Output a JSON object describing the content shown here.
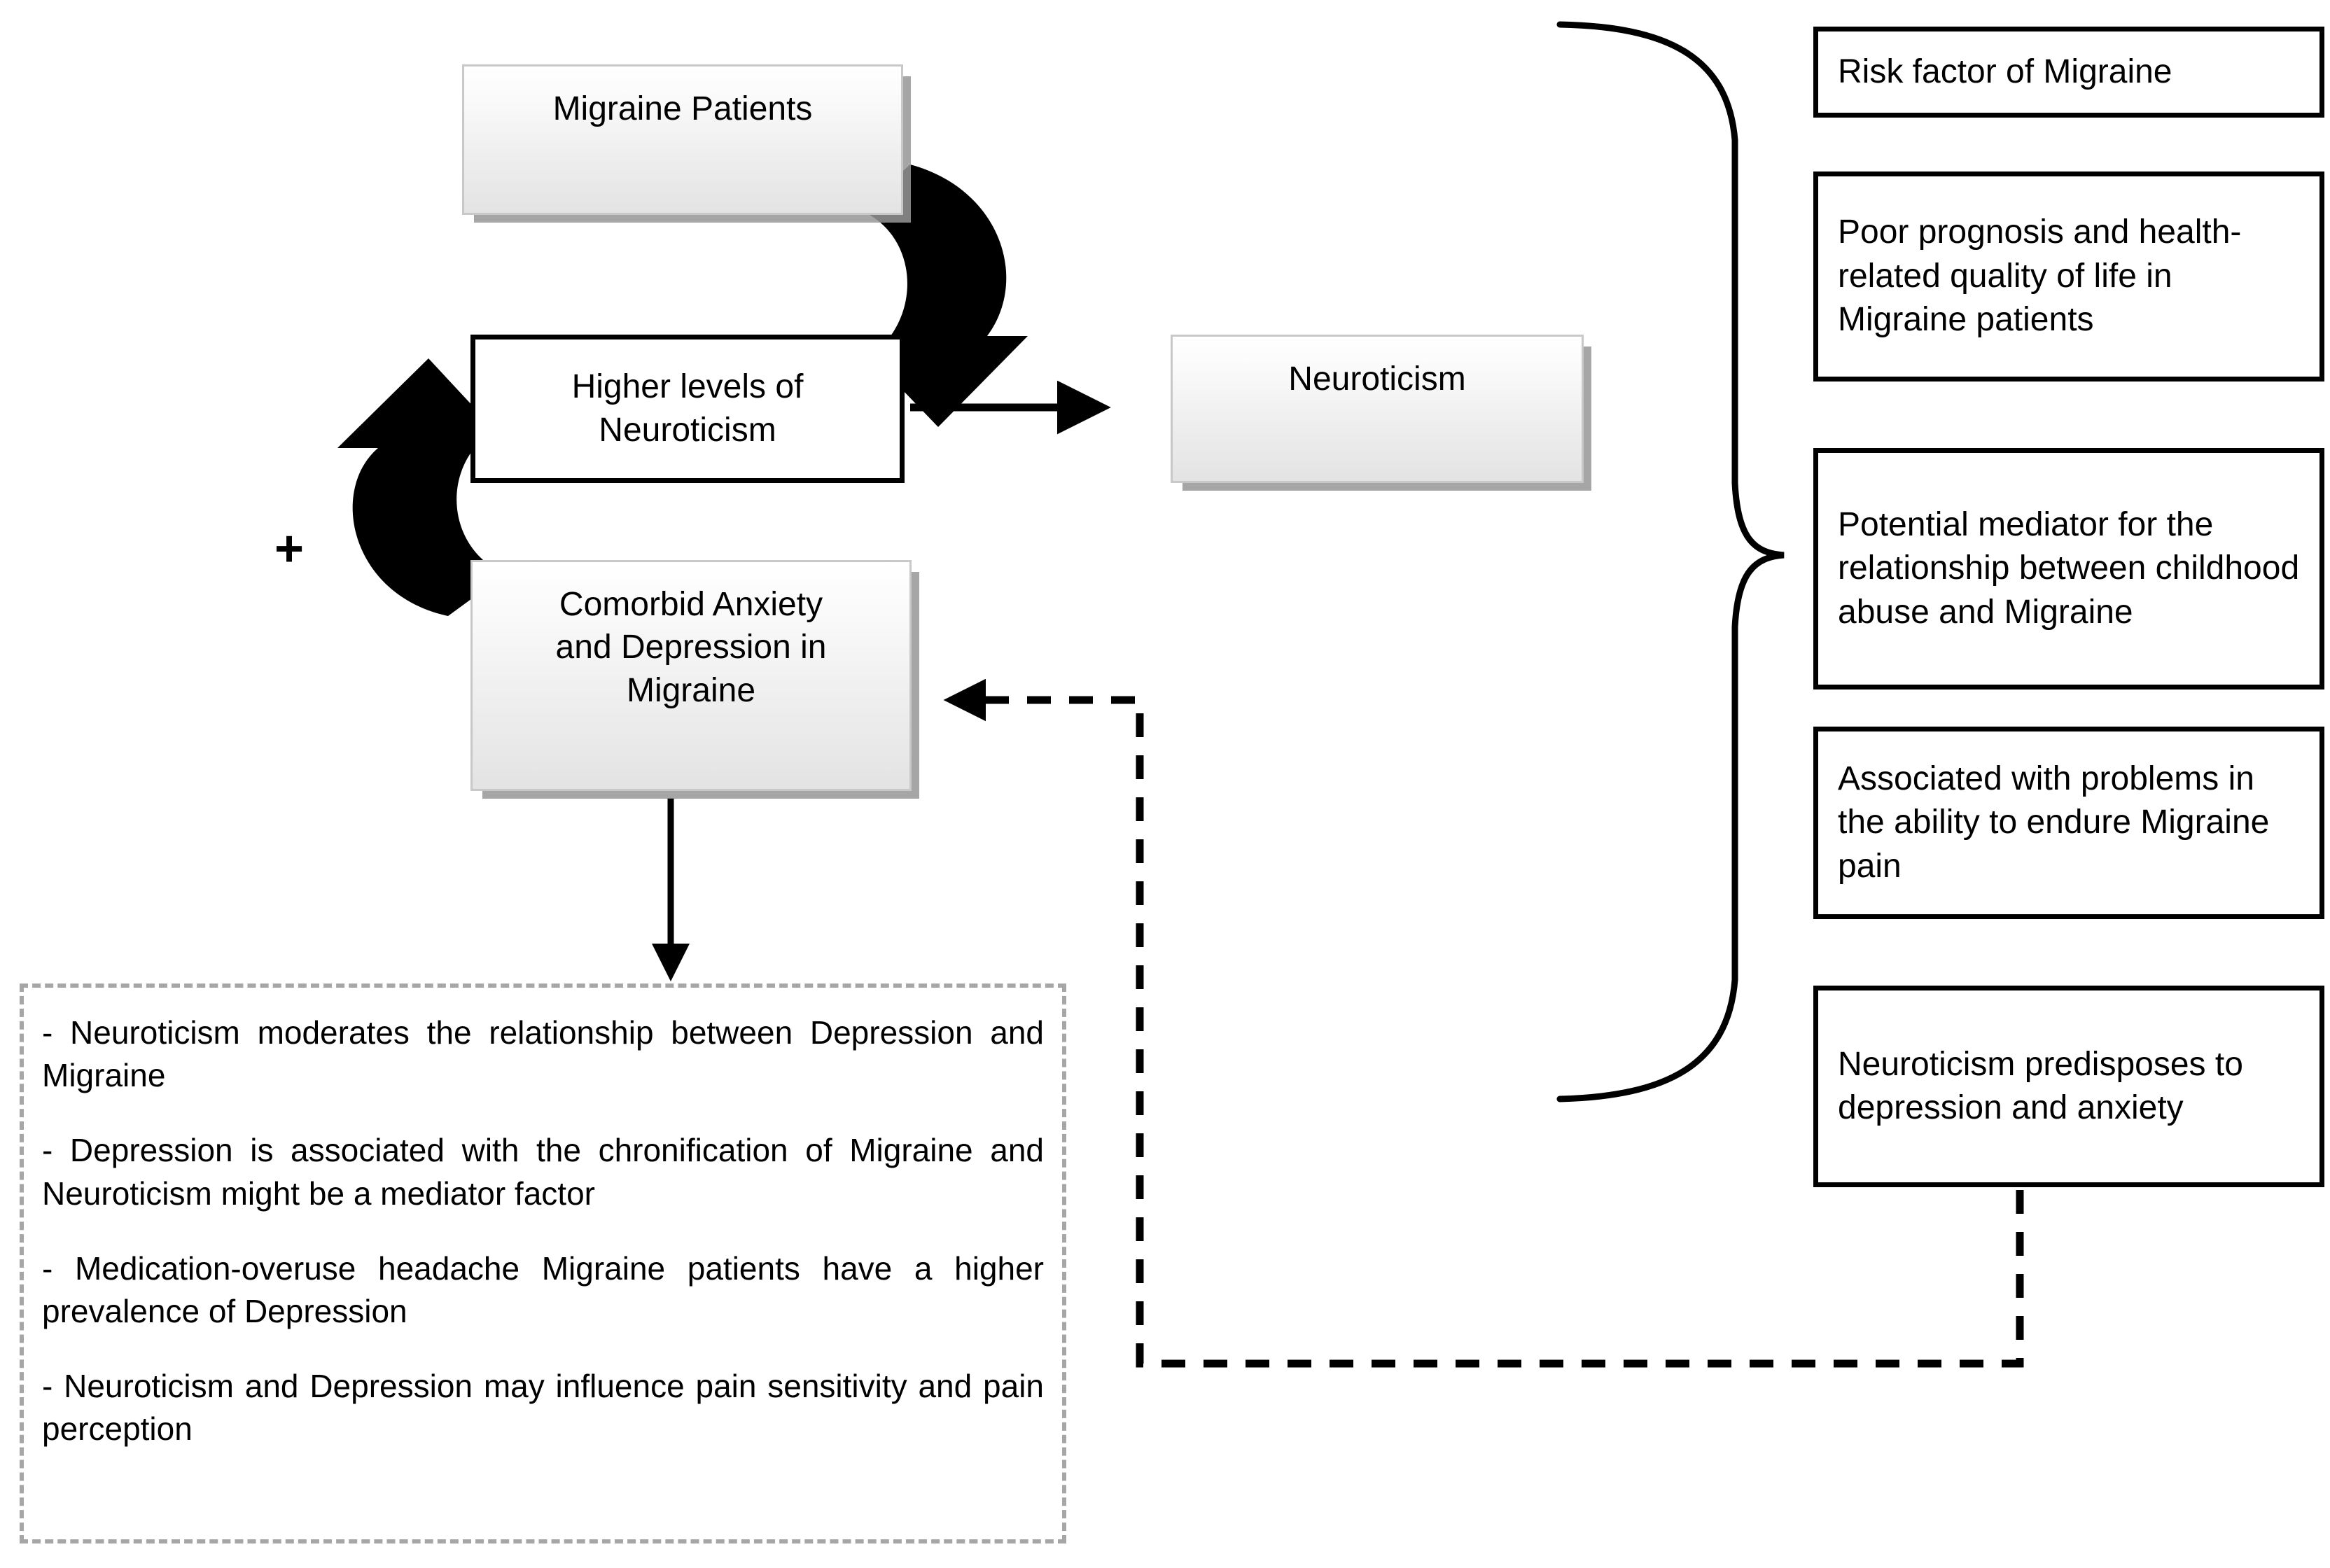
{
  "diagram": {
    "nodes": {
      "migraine_patients": "Migraine Patients",
      "higher_levels": "Higher levels of\nNeuroticism",
      "higher_levels_line1": "Higher levels of",
      "higher_levels_line2": "Neuroticism",
      "comorbid_line1": "Comorbid Anxiety",
      "comorbid_line2": "and Depression in",
      "comorbid_line3": "Migraine",
      "neuroticism": "Neuroticism",
      "plus_sign": "+"
    },
    "right_column": [
      {
        "id": "risk-factor",
        "text": "Risk factor of Migraine"
      },
      {
        "id": "poor-prognosis",
        "text": "Poor prognosis and health-related quality of life in Migraine patients"
      },
      {
        "id": "potential-mediator",
        "text": "Potential mediator for the relationship between childhood abuse and Migraine"
      },
      {
        "id": "associated-problems",
        "text": "Associated with problems in the ability to endure Migraine pain"
      },
      {
        "id": "predisposes",
        "text": "Neuroticism predisposes to depression and anxiety"
      }
    ],
    "findings": [
      "- Neuroticism moderates the relationship between Depression and Migraine",
      "- Depression is associated with the chronification of Migraine and Neuroticism might be a mediator factor",
      "- Medication-overuse headache Migraine patients have a higher prevalence of Depression",
      "- Neuroticism and Depression may influence pain sensitivity and pain perception"
    ],
    "colors": {
      "box_border_dark": "#000000",
      "box_border_soft": "#c8c8c8",
      "dashed_border": "#a6a6a6",
      "shadow": "#969696",
      "background": "#ffffff",
      "text": "#000000"
    },
    "connectors": {
      "curved_arrow_top": "curved-arrow-down-left",
      "curved_arrow_bottom": "curved-arrow-up-right",
      "straight_arrow_right": "arrow-right",
      "straight_arrow_down": "arrow-down",
      "dashed_feedback": "dashed-arrow-left",
      "brace": "right-curly-brace"
    }
  }
}
